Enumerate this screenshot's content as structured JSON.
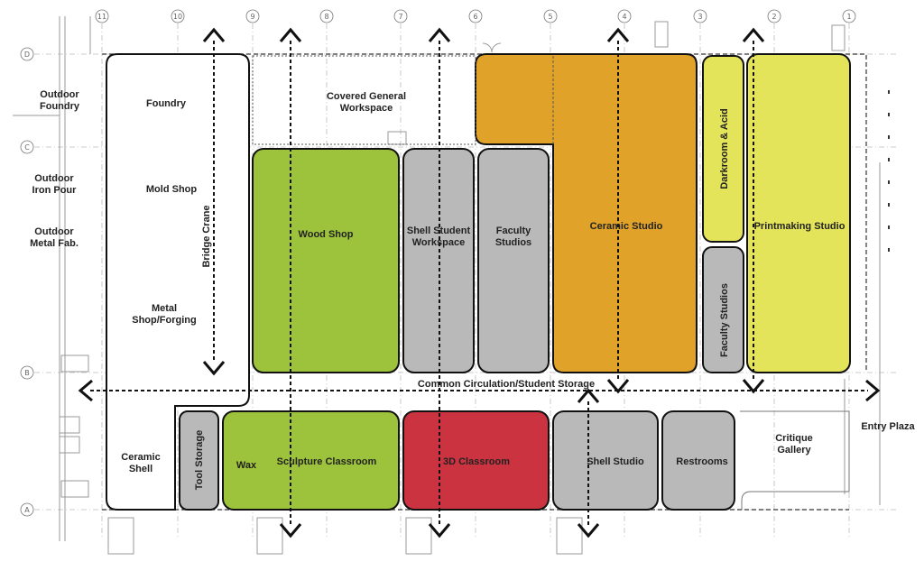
{
  "grid_columns": [
    "11",
    "10",
    "9",
    "8",
    "7",
    "6",
    "5",
    "4",
    "3",
    "2",
    "1"
  ],
  "grid_rows": [
    "D",
    "C",
    "B",
    "A"
  ],
  "outdoor": {
    "foundry": [
      "Outdoor",
      "Foundry"
    ],
    "iron_pour": [
      "Outdoor",
      "Iron Pour"
    ],
    "metal_fab": [
      "Outdoor",
      "Metal Fab."
    ]
  },
  "west_wing": {
    "foundry": "Foundry",
    "mold_shop": "Mold Shop",
    "bridge_crane": "Bridge Crane",
    "metal_shop": [
      "Metal",
      "Shop/Forging"
    ]
  },
  "covered_workspace": [
    "Covered General",
    "Workspace"
  ],
  "rooms": {
    "wood_shop": "Wood Shop",
    "shell_student_workspace": [
      "Shell Student",
      "Workspace"
    ],
    "faculty_studios_center": [
      "Faculty",
      "Studios"
    ],
    "ceramic_studio": "Ceramic Studio",
    "darkroom_acid": "Darkroom & Acid",
    "faculty_studios_east": "Faculty Studios",
    "printmaking_studio": "Printmaking Studio",
    "ceramic_shell": [
      "Ceramic",
      "Shell"
    ],
    "tool_storage": "Tool Storage",
    "wax": "Wax",
    "sculpture_classroom": "Sculpture Classroom",
    "classroom_3d": "3D Classroom",
    "shell_studio": "Shell Studio",
    "restrooms": "Restrooms",
    "critique_gallery": [
      "Critique",
      "Gallery"
    ]
  },
  "circulation": "Common Circulation/Student Storage",
  "entry_plaza": "Entry Plaza",
  "colors": {
    "green": "#9dc23b",
    "gray": "#b9b9b9",
    "orange": "#e0a229",
    "yellow": "#e4e45a",
    "red": "#cb3340",
    "white": "#ffffff",
    "outline": "#111111"
  }
}
